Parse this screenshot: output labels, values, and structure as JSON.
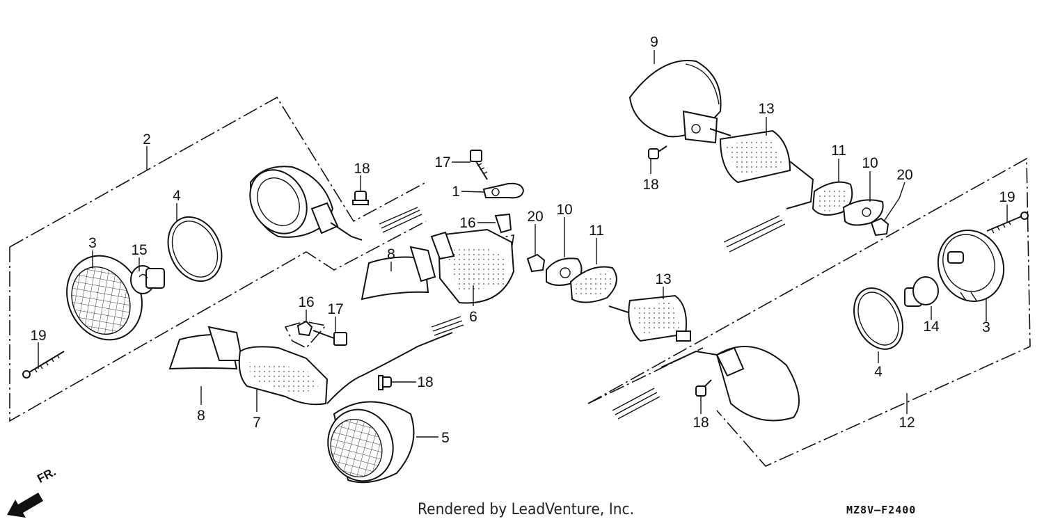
{
  "callouts": {
    "c1": "1",
    "c2": "2",
    "c3a": "3",
    "c3b": "3",
    "c4a": "4",
    "c4b": "4",
    "c5": "5",
    "c6": "6",
    "c7": "7",
    "c8a": "8",
    "c8b": "8",
    "c9": "9",
    "c10a": "10",
    "c10b": "10",
    "c11a": "11",
    "c11b": "11",
    "c12": "12",
    "c13a": "13",
    "c13b": "13",
    "c14": "14",
    "c15": "15",
    "c16a": "16",
    "c16b": "16",
    "c17a": "17",
    "c17b": "17",
    "c18a": "18",
    "c18b": "18",
    "c18c": "18",
    "c18d": "18",
    "c19a": "19",
    "c19b": "19",
    "c20a": "20",
    "c20b": "20"
  },
  "direction_label": "FR.",
  "footer_text": "Rendered by LeadVenture, Inc.",
  "diagram_code": "MZ8V–F2400"
}
